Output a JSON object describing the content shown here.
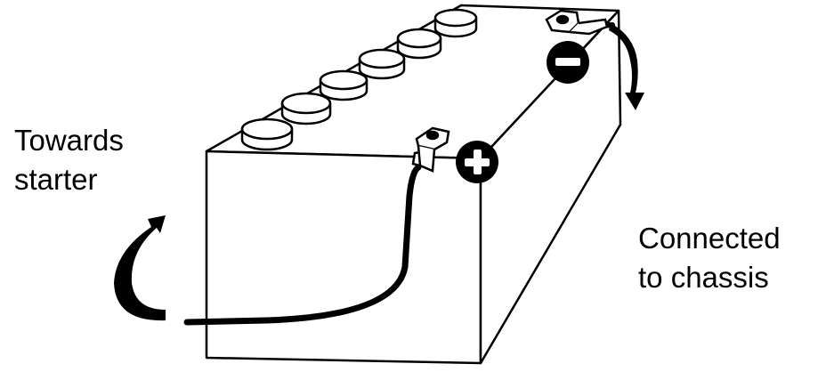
{
  "labels": {
    "towards_starter": {
      "line1": "Towards",
      "line2": "starter"
    },
    "connected_to_chassis": {
      "line1": "Connected",
      "line2": "to chassis"
    }
  },
  "terminals": {
    "negative_symbol": "−",
    "positive_symbol": "+"
  },
  "cell_caps_count": 6,
  "colors": {
    "stroke": "#000000",
    "fill": "#ffffff",
    "terminal_fill": "#000000"
  },
  "icons": {
    "negative": "minus-circle-icon",
    "positive": "plus-circle-icon",
    "arrow_starter": "curved-arrow-up-icon",
    "arrow_chassis": "curved-arrow-down-icon"
  }
}
